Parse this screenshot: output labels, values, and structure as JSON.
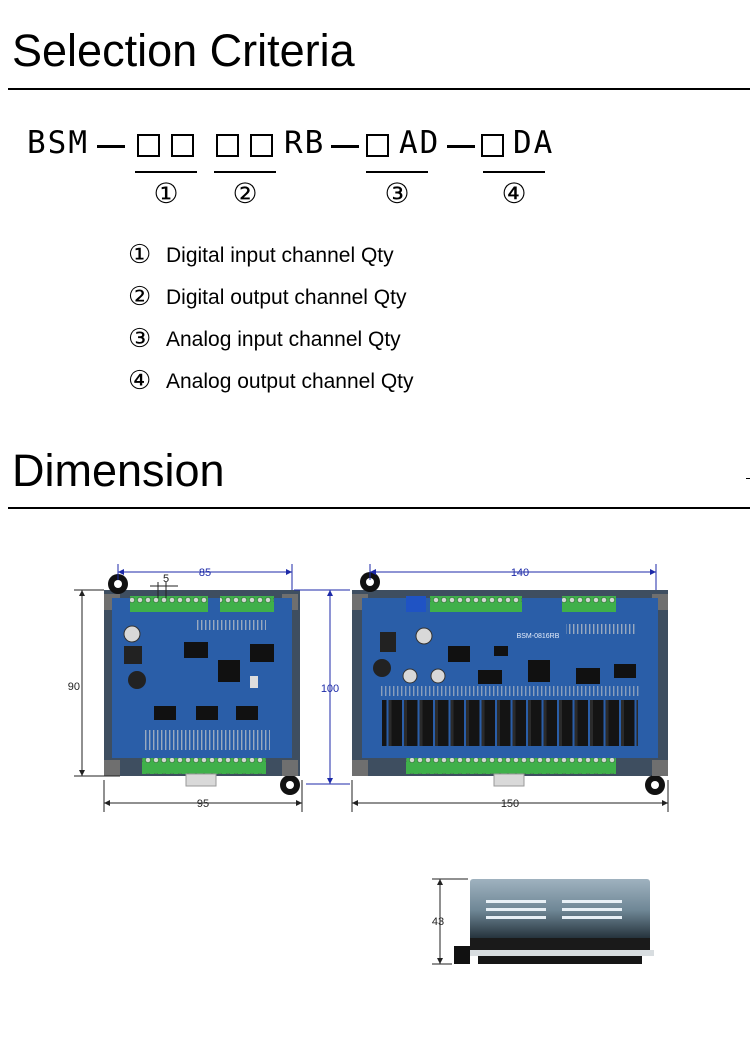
{
  "selection": {
    "title": "Selection Criteria",
    "code": {
      "prefix": "BSM",
      "rb": "RB",
      "ad": "AD",
      "da": "DA"
    },
    "markers": [
      "①",
      "②",
      "③",
      "④"
    ],
    "legend": [
      {
        "num": "①",
        "text": "Digital input channel Qty"
      },
      {
        "num": "②",
        "text": "Digital output channel Qty"
      },
      {
        "num": "③",
        "text": "Analog input channel Qty"
      },
      {
        "num": "④",
        "text": "Analog output channel Qty"
      }
    ]
  },
  "dimension": {
    "title": "Dimension",
    "small_board": {
      "top_width": "85",
      "pitch": "5",
      "height": "90",
      "bottom_width": "95"
    },
    "large_board": {
      "top_width": "140",
      "height": "100",
      "bottom_width": "150",
      "label": "BSM-0816RB"
    },
    "side_view": {
      "height": "43"
    }
  },
  "colors": {
    "pcb": "#2a5ea8",
    "terminal": "#3fb04a",
    "relay": "#111111",
    "dim_line_blue": "#1d2aa8"
  }
}
